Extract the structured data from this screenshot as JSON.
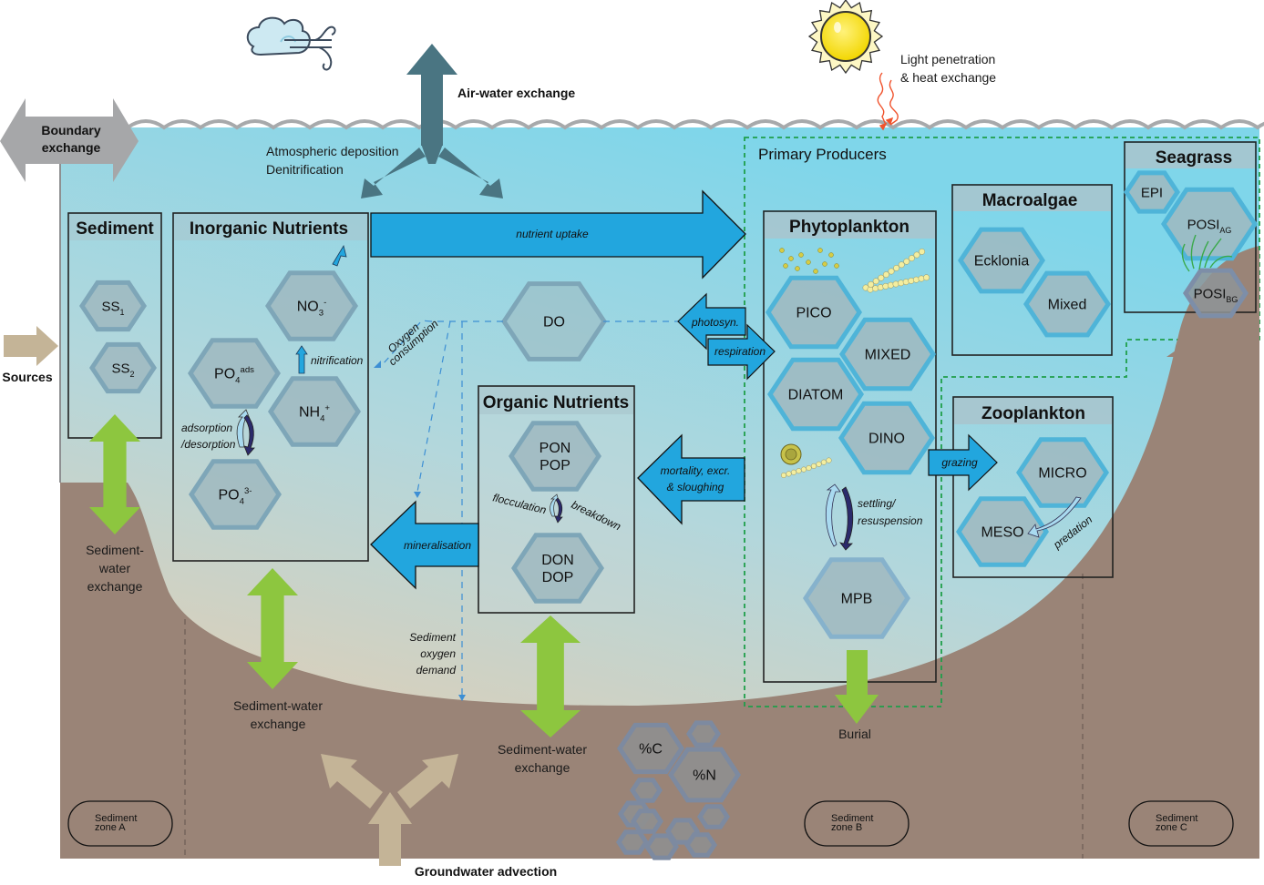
{
  "colors": {
    "water_top": "#7fd6ea",
    "water_bottom": "#e6cdb0",
    "sediment": "#9a8477",
    "hex_fill": "#9fb8c0",
    "hex_stroke": "#7ea6b8",
    "flow_arrow": "#22a6de",
    "exchange_green": "#8dc63f",
    "air_arrow": "#4a7582",
    "boundary_arrow": "#a6a7a9",
    "source_arrow": "#c4b497",
    "primary_dash": "#1f9e4a",
    "box_header": "#a9c4cc"
  },
  "atmosphere": {
    "cloud_icon": "cloud-wind-icon",
    "sun_icon": "sun-icon",
    "light_label_1": "Light penetration",
    "light_label_2": "& heat exchange",
    "air_water_label": "Air-water exchange",
    "atm_dep_label": "Atmospheric deposition",
    "denit_label": "Denitrification"
  },
  "boundary": {
    "label_1": "Boundary",
    "label_2": "exchange"
  },
  "sources": {
    "label": "Sources"
  },
  "sediment_box": {
    "title": "Sediment",
    "hex": [
      {
        "main": "SS",
        "sub": "1"
      },
      {
        "main": "SS",
        "sub": "2"
      }
    ]
  },
  "inorganic_box": {
    "title": "Inorganic Nutrients",
    "hex": [
      {
        "id": "no3",
        "main": "NO",
        "sub": "3",
        "sup": "-"
      },
      {
        "id": "po4ads",
        "main": "PO",
        "sub": "4",
        "sup": "ads"
      },
      {
        "id": "nh4",
        "main": "NH",
        "sub": "4",
        "sup": "+"
      },
      {
        "id": "po43",
        "main": "PO",
        "sub": "4",
        "sup": "3-"
      }
    ],
    "nitrification_label": "nitrification",
    "adsorption_label_1": "adsorption",
    "adsorption_label_2": "/desorption"
  },
  "flows": {
    "nutrient_uptake": "nutrient uptake",
    "photosyn": "photosyn.",
    "respiration": "respiration",
    "mortality_1": "mortality, excr.",
    "mortality_2": "& sloughing",
    "mineralisation": "mineralisation",
    "grazing": "grazing",
    "oxygen_1": "Oxygen",
    "oxygen_2": "consumption",
    "sod_1": "Sediment",
    "sod_2": "oxygen",
    "sod_3": "demand"
  },
  "do_hex": {
    "label": "DO"
  },
  "organic_box": {
    "title": "Organic Nutrients",
    "hex_top": [
      "PON",
      "POP"
    ],
    "hex_bottom": [
      "DON",
      "DOP"
    ],
    "flocculation": "flocculation",
    "breakdown": "breakdown"
  },
  "primary_producers": {
    "title": "Primary Producers"
  },
  "phytoplankton_box": {
    "title": "Phytoplankton",
    "hex": [
      "PICO",
      "MIXED",
      "DIATOM",
      "DINO",
      "MPB"
    ],
    "settling_1": "settling/",
    "settling_2": "resuspension",
    "burial_label": "Burial"
  },
  "macroalgae_box": {
    "title": "Macroalgae",
    "hex": [
      "Ecklonia",
      "Mixed"
    ]
  },
  "seagrass_box": {
    "title": "Seagrass",
    "hex": [
      {
        "main": "EPI",
        "sub": ""
      },
      {
        "main": "POSI",
        "sub": "AG"
      },
      {
        "main": "POSI",
        "sub": "BG"
      }
    ]
  },
  "zooplankton_box": {
    "title": "Zooplankton",
    "hex": [
      "MICRO",
      "MESO"
    ],
    "predation": "predation"
  },
  "sediment_exchange": {
    "a_1": "Sediment-",
    "a_2": "water",
    "a_3": "exchange",
    "b_1": "Sediment-water",
    "b_2": "exchange",
    "c_1": "Sediment-water",
    "c_2": "exchange"
  },
  "groundwater": {
    "label": "Groundwater advection"
  },
  "sediment_hex": {
    "c": "%C",
    "n": "%N"
  },
  "zones": [
    {
      "line1": "Sediment",
      "line2": "zone A"
    },
    {
      "line1": "Sediment",
      "line2": "zone B"
    },
    {
      "line1": "Sediment",
      "line2": "zone C"
    }
  ]
}
